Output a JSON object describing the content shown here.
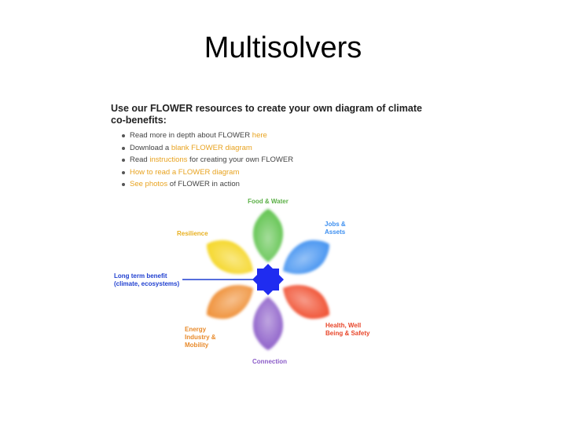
{
  "slide_title": "Multisolvers",
  "heading": "Use our FLOWER resources to create your own diagram of climate co-benefits:",
  "bullets": [
    {
      "pre": "Read more in depth about FLOWER ",
      "link": "here",
      "post": ""
    },
    {
      "pre": "Download a ",
      "link": "blank FLOWER diagram",
      "post": ""
    },
    {
      "pre": "Read ",
      "link": "instructions",
      "post": " for creating your own FLOWER"
    },
    {
      "pre": "",
      "link": "How to read a FLOWER diagram",
      "post": ""
    },
    {
      "pre": "",
      "link": "See photos",
      "post": " of FLOWER in action"
    }
  ],
  "colors": {
    "link": "#e8a320",
    "food_water": "#5cc24a",
    "jobs_assets": "#3d8ff0",
    "health": "#f04a2a",
    "connection": "#8b5cc8",
    "energy": "#ef8c30",
    "resilience": "#f5d51e",
    "center": "#1f2cf0",
    "long_term_label": "#1f3fd0"
  },
  "petal_labels": {
    "food_water": "Food & Water",
    "jobs_assets": [
      "Jobs &",
      "Assets"
    ],
    "health": [
      "Health, Well",
      "Being & Safety"
    ],
    "connection": "Connection",
    "energy": [
      "Energy",
      "Industry &",
      "Mobility"
    ],
    "resilience": "Resilience",
    "long_term": [
      "Long term benefit",
      "(climate, ecosystems)"
    ]
  }
}
